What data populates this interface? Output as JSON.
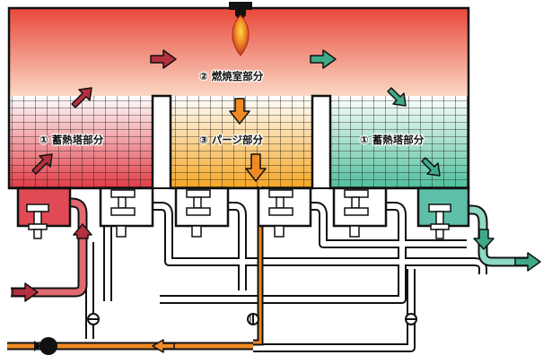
{
  "labels": {
    "regenerator_left": "① 蓄熱塔部分",
    "combustion_chamber": "② 燃焼室部分",
    "purge_section": "③ パージ部分",
    "regenerator_right": "① 蓄熱塔部分"
  },
  "colors": {
    "hot_chamber": "#e8473a",
    "warm_chamber": "#f7c7b4",
    "purge_chamber": "#f5a623",
    "regenerator_teal": "#5ebfa8",
    "inlet_flow": "#d9434f",
    "outlet_flow": "#4fbf9c",
    "purge_flow": "#f08a24",
    "outline": "#111111"
  },
  "icons": [
    "burner-flame-icon",
    "fan-icon",
    "flow-arrow-icon",
    "valve-icon",
    "damper-icon"
  ]
}
